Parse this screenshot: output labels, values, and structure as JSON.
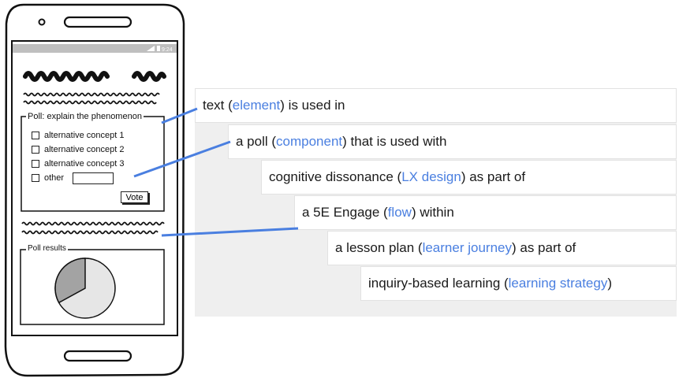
{
  "phone": {
    "status_time": "9:24",
    "poll_legend": "Poll: explain the phenomenon",
    "options": [
      "alternative concept 1",
      "alternative concept 2",
      "alternative concept 3",
      "other"
    ],
    "vote_label": "Vote",
    "results_legend": "Poll results",
    "pie_share_dark": 0.33
  },
  "rows": [
    {
      "pre": "text (",
      "kw": "element",
      "post": ") is used in"
    },
    {
      "pre": "a poll (",
      "kw": "component",
      "post": ") that is used with"
    },
    {
      "pre": "cognitive dissonance (",
      "kw": "LX design",
      "post": ") as part of"
    },
    {
      "pre": "a 5E Engage (",
      "kw": "flow",
      "post": ") within"
    },
    {
      "pre": "a lesson plan (",
      "kw": "learner journey",
      "post": ") as part of"
    },
    {
      "pre": "inquiry-based learning (",
      "kw": "learning strategy",
      "post": ")"
    }
  ],
  "colors": {
    "keyword": "#4a7fe0",
    "connector": "#4a7fe0",
    "stair_bg": "#efefef"
  }
}
